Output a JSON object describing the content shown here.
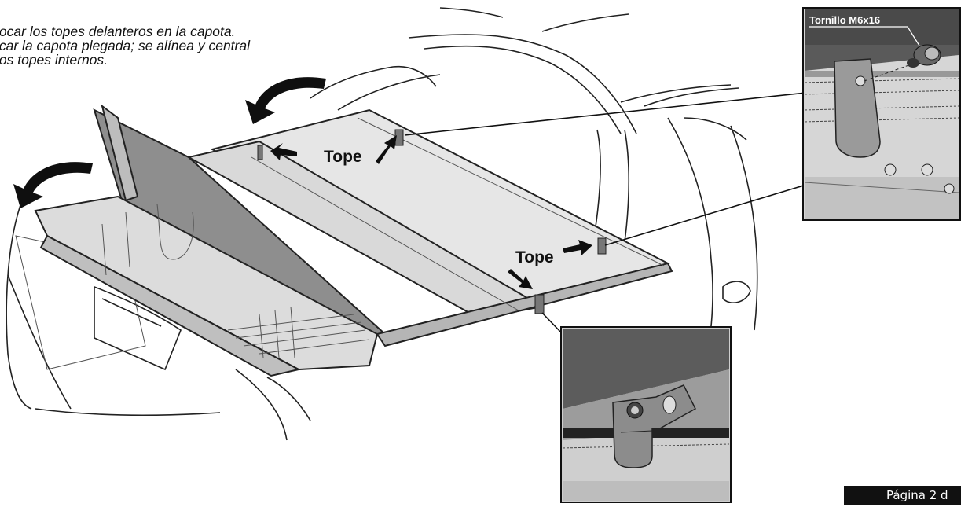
{
  "instructions": {
    "line1": "locar los topes delanteros en la capota.",
    "line2": "icar la capota plegada; se alínea y central",
    "line3": "los topes internos."
  },
  "labels": {
    "tope_upper": "Tope",
    "tope_lower": "Tope",
    "screw": "Tornillo  M6x16"
  },
  "footer": {
    "page": "Página 2 d"
  }
}
